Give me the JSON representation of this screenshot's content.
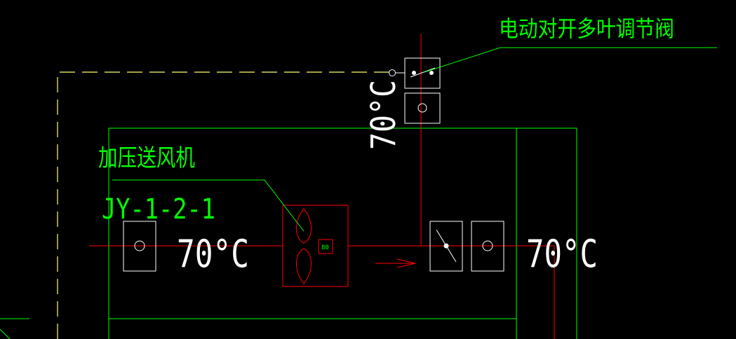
{
  "drawing": {
    "background": "#000000",
    "colors": {
      "green": "#00ff00",
      "red": "#ff0000",
      "white": "#ffffff",
      "yellow": "#ffff66",
      "tag_green": "#00ff00"
    }
  },
  "labels": {
    "damper_callout": "电动对开多叶调节阀",
    "fan_name": "加压送风机",
    "fan_tag": "JY-1-2-1",
    "fan_inner_tag": "80",
    "temp_left": "70°C",
    "temp_right": "70°C",
    "temp_vertical": "70°C"
  },
  "icons": {
    "fire_damper": "circle-in-square-icon",
    "motor_damper": "diagonal-blade-damper-icon",
    "fan": "axial-fan-icon",
    "flow_arrow": "arrow-right-icon"
  }
}
